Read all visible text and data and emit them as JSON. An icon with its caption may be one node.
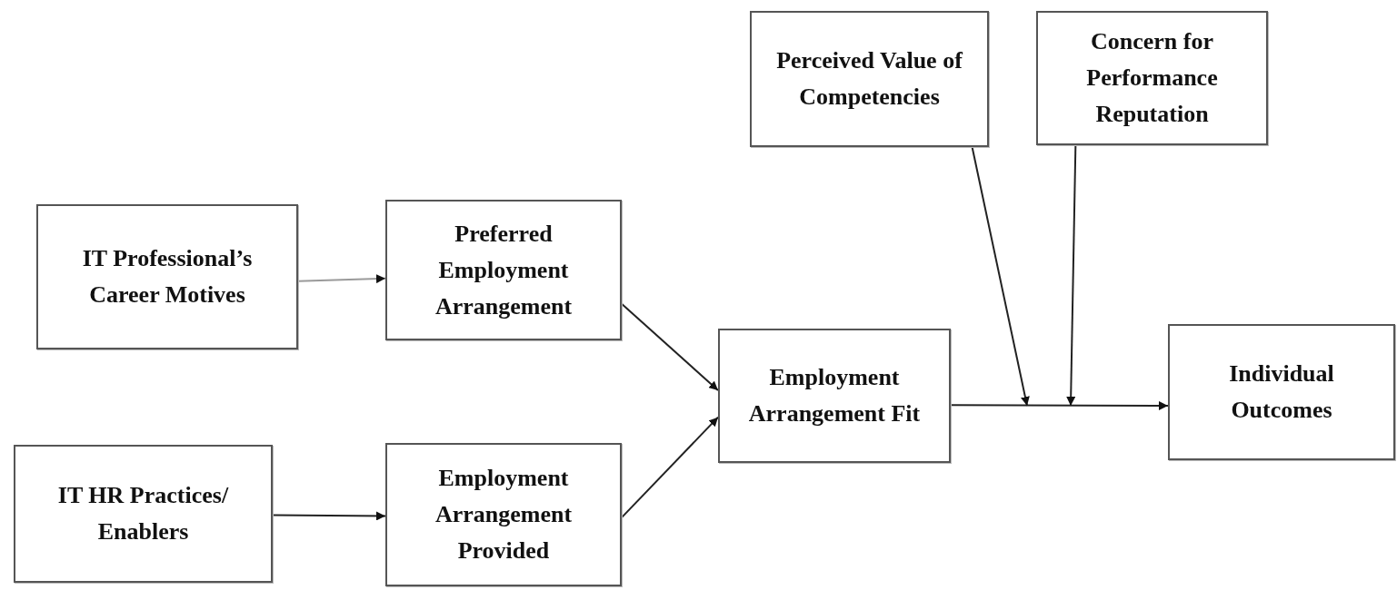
{
  "diagram": {
    "nodes": [
      {
        "text": [
          "IT Professional’s Career Motives"
        ]
      },
      {
        "text": [
          "Preferred Employment Arrangement"
        ]
      },
      {
        "text": [
          "IT HR Practices/ Enablers"
        ]
      },
      {
        "text": [
          "Employment Arrangement Provided"
        ]
      },
      {
        "text": [
          "Employment Arrangement Fit"
        ]
      },
      {
        "text": [
          "Perceived Value of Competencies"
        ]
      },
      {
        "text": [
          "Concern for Performance Reputation"
        ]
      },
      {
        "text": [
          "Individual Outcomes"
        ]
      }
    ],
    "edges": [
      {
        "from": 0,
        "to": 1,
        "arrow": "to",
        "color": "#9a9a9a"
      },
      {
        "from": 2,
        "to": 3,
        "arrow": "to"
      },
      {
        "from": 1,
        "to": 4,
        "arrow": "to"
      },
      {
        "from": 3,
        "to": 4,
        "arrow": "to"
      },
      {
        "from": 4,
        "to": 7,
        "arrow": "to"
      },
      {
        "from": 5,
        "to": null,
        "arrow": "to"
      },
      {
        "from": 6,
        "to": null,
        "arrow": "to"
      }
    ]
  }
}
